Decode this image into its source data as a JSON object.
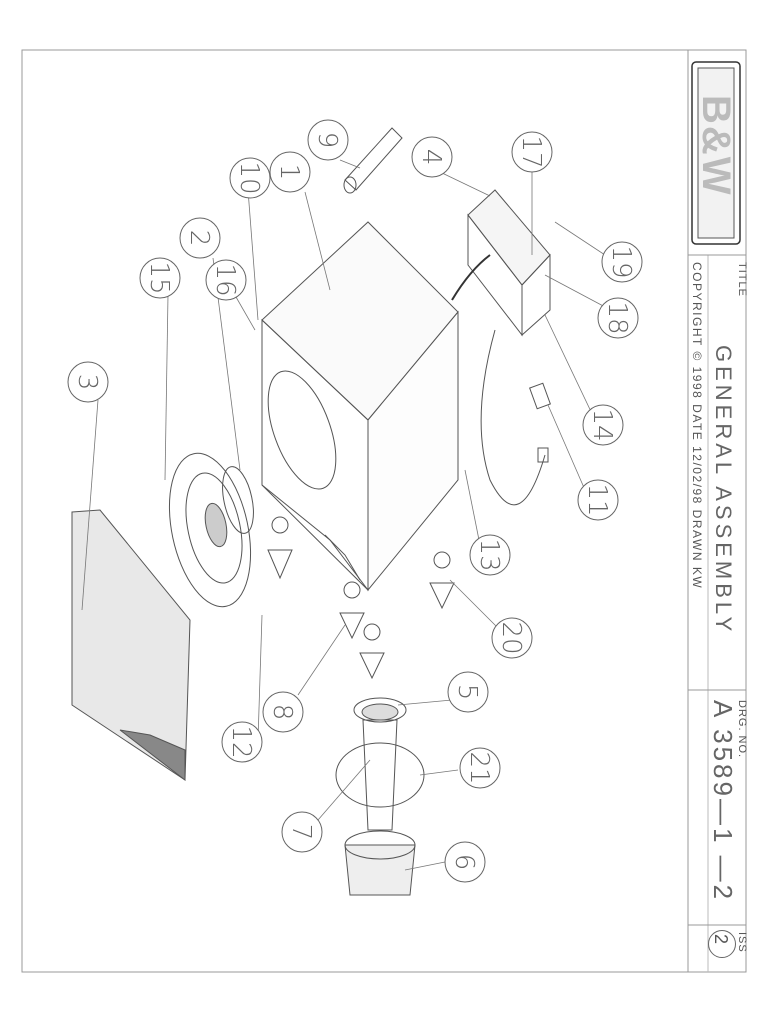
{
  "title_block": {
    "logo_text": "B&W",
    "title_label": "TITLE",
    "title": "GENERAL ASSEMBLY",
    "copyright": "COPYRIGHT © 1998  DATE  12/02/98  DRAWN  KW",
    "drg_label": "DRG. NO.",
    "drg_number": "A 3589—1 —2",
    "iss_label": "ISS",
    "iss_number": "2"
  },
  "callouts": [
    {
      "label": "1"
    },
    {
      "label": "2"
    },
    {
      "label": "3"
    },
    {
      "label": "4"
    },
    {
      "label": "5"
    },
    {
      "label": "6"
    },
    {
      "label": "7"
    },
    {
      "label": "8"
    },
    {
      "label": "9"
    },
    {
      "label": "10"
    },
    {
      "label": "11"
    },
    {
      "label": "12"
    },
    {
      "label": "13"
    },
    {
      "label": "14"
    },
    {
      "label": "15"
    },
    {
      "label": "16"
    },
    {
      "label": "17"
    },
    {
      "label": "18"
    },
    {
      "label": "19"
    },
    {
      "label": "20"
    },
    {
      "label": "21"
    }
  ],
  "colors": {
    "line": "#555555",
    "frame": "#888888"
  }
}
